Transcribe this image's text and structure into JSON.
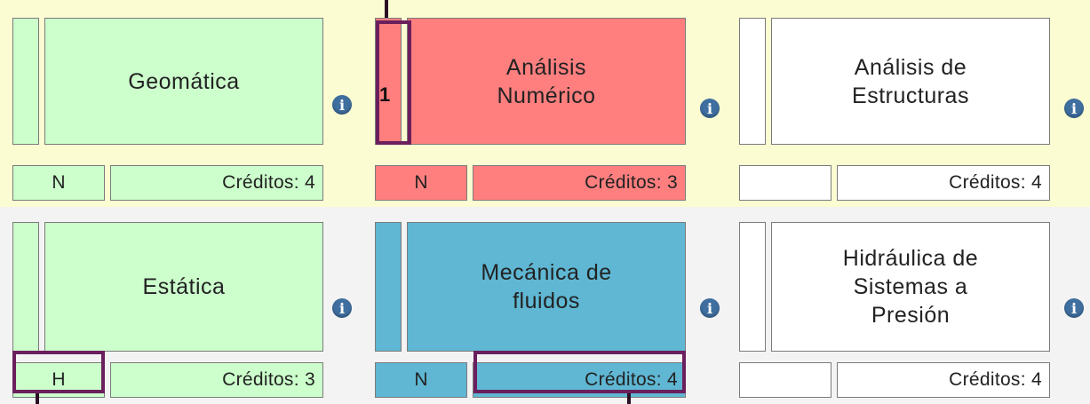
{
  "rows": [
    {
      "cards": [
        {
          "name": "Geomática",
          "code": "N",
          "credits": "Créditos: 4"
        },
        {
          "name": "Análisis\nNumérico",
          "counter": "1",
          "code": "N",
          "credits": "Créditos: 3"
        },
        {
          "name": "Análisis de\nEstructuras",
          "code": "",
          "credits": "Créditos: 4"
        }
      ]
    },
    {
      "cards": [
        {
          "name": "Estática",
          "code": "H",
          "credits": "Créditos: 3"
        },
        {
          "name": "Mecánica de\nfluidos",
          "code": "N",
          "credits": "Créditos: 4"
        },
        {
          "name": "Hidráulica de\nSistemas a\nPresión",
          "code": "",
          "credits": "Créditos: 4"
        }
      ]
    }
  ],
  "info_icon": {
    "icon": "info-icon",
    "glyph": "i"
  },
  "colors": {
    "approved": "#ccffcc",
    "failed": "#ff7f7f",
    "in_progress": "#5fb7d3",
    "pending": "#ffffff",
    "highlight": "#6b1f5c"
  }
}
